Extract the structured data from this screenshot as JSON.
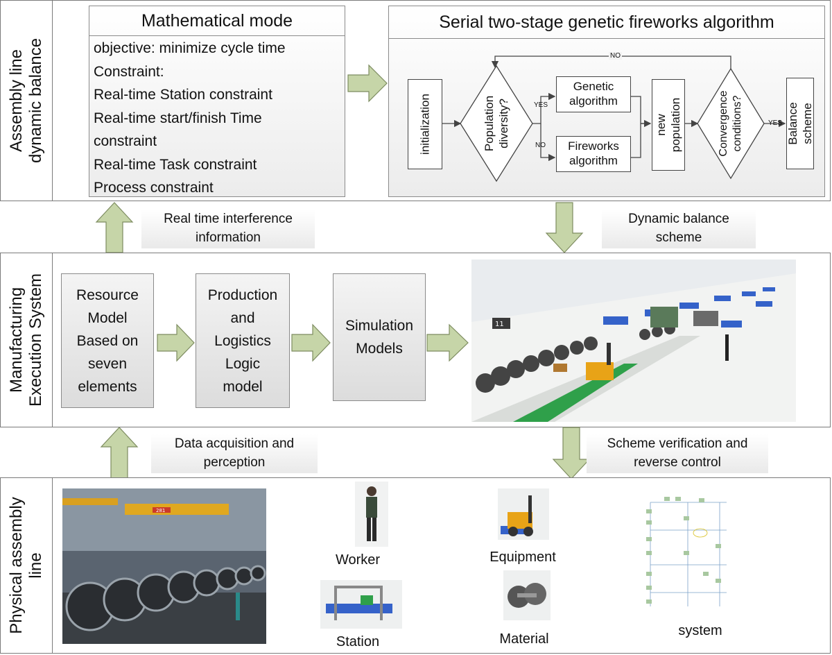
{
  "bands": {
    "top": [
      "Assembly line",
      "dynamic balance"
    ],
    "middle": [
      "Manufacturing",
      "Execution System"
    ],
    "bottom": [
      "Physical assembly",
      "line"
    ]
  },
  "math_model": {
    "title": "Mathematical mode",
    "lines": [
      "objective:  minimize cycle time",
      "Constraint:",
      "Real-time Station constraint",
      "Real-time start/finish Time",
      "constraint",
      "Real-time Task constraint",
      "Process constraint"
    ]
  },
  "algorithm": {
    "title": "Serial two-stage genetic fireworks algorithm",
    "initialization": "initialization",
    "diversity": [
      "Population",
      "diversity?"
    ],
    "genetic": [
      "Genetic",
      "algorithm"
    ],
    "fireworks": [
      "Fireworks",
      "algorithm"
    ],
    "new_population": [
      "new",
      "population"
    ],
    "convergence": [
      "Convergence",
      "conditions?"
    ],
    "balance": [
      "Balance",
      "scheme"
    ],
    "yes": "YES",
    "no": "NO"
  },
  "tags": {
    "interference": [
      "Real time interference",
      "information"
    ],
    "dynamic_balance": [
      "Dynamic balance",
      "scheme"
    ],
    "data_acquisition": [
      "Data acquisition and",
      "perception"
    ],
    "verification": [
      "Scheme verification and",
      "reverse control"
    ]
  },
  "mes": {
    "resource": [
      "Resource",
      "Model",
      "Based on",
      "seven",
      "elements"
    ],
    "logistics": [
      "Production",
      "and",
      "Logistics",
      "Logic",
      "model"
    ],
    "simulation": [
      "Simulation",
      "Models"
    ]
  },
  "physical": {
    "photo_sign": "281",
    "worker": "Worker",
    "station": "Station",
    "equipment": "Equipment",
    "material": "Material",
    "system": "system"
  },
  "colors": {
    "arrow_fill": "#c6d5a8",
    "arrow_stroke": "#7d8c60",
    "line_gray": "#7a7a7a"
  }
}
